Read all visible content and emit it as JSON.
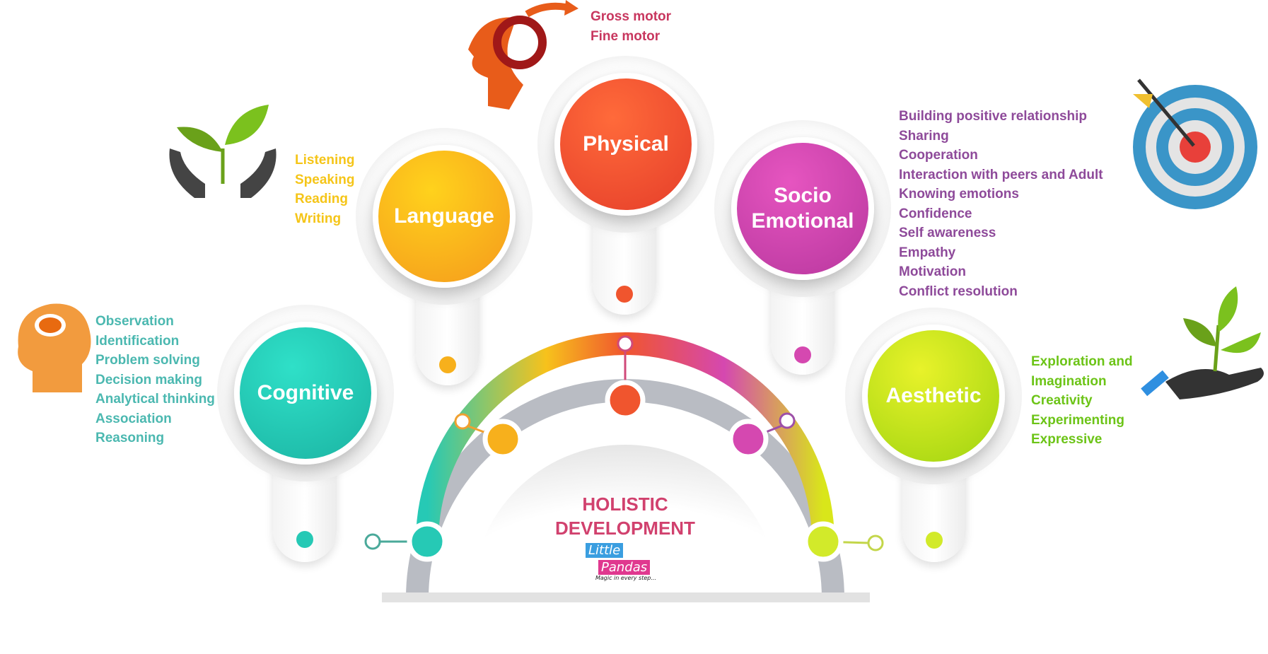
{
  "title": [
    "HOLISTIC",
    "DEVELOPMENT"
  ],
  "logo": {
    "line1": "Little",
    "line2": "Pandas",
    "tagline": "Magic in every step..."
  },
  "domains": {
    "physical": {
      "label": "Physical",
      "color": "#f0552e",
      "items": [
        "Gross motor",
        "Fine motor"
      ],
      "text_color": "#c8375f"
    },
    "language": {
      "label": "Language",
      "color": "#f7b01c",
      "items": [
        "Listening",
        "Speaking",
        "Reading",
        "Writing"
      ],
      "text_color": "#f5c518"
    },
    "socio": {
      "label": [
        "Socio",
        "Emotional"
      ],
      "color": "#d548b0",
      "items": [
        "Building positive relationship",
        "Sharing",
        "Cooperation",
        "Interaction with peers and Adult",
        "Knowing emotions",
        "Confidence",
        "Self awareness",
        "Empathy",
        "Motivation",
        "Conflict resolution"
      ],
      "text_color": "#8e4a9a"
    },
    "cognitive": {
      "label": "Cognitive",
      "color": "#26c9b5",
      "items": [
        "Observation",
        "Identification",
        "Problem solving",
        "Decision making",
        "Analytical thinking",
        "Association",
        "Reasoning"
      ],
      "text_color": "#4bb8b0"
    },
    "aesthetic": {
      "label": "Aesthetic",
      "color": "#b8e017",
      "items": [
        "Exploration and",
        "Imagination",
        "Creativity",
        "Experimenting",
        "Expressive"
      ],
      "text_color": "#6cc417"
    }
  }
}
